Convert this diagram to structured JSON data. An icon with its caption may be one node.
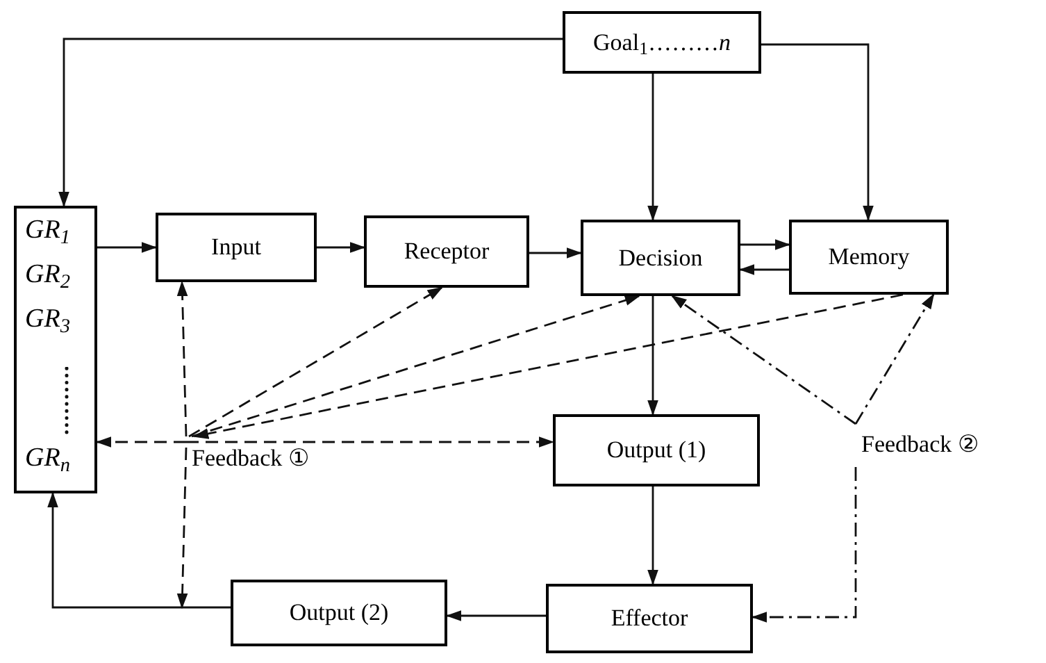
{
  "diagram": {
    "nodes": [
      {
        "text": [
          "Goal$_{1}$………*n*"
        ]
      },
      {
        "text": [
          "GR$_{1}$",
          "GR$_{2}$",
          "GR$_{3}$",
          "GR$_{n}$"
        ]
      },
      {
        "text": [
          "Input"
        ]
      },
      {
        "text": [
          "Receptor"
        ]
      },
      {
        "text": [
          "Decision"
        ]
      },
      {
        "text": [
          "Memory"
        ]
      },
      {
        "text": [
          "Output (1)"
        ]
      },
      {
        "text": [
          "Effector"
        ]
      },
      {
        "text": [
          "Output (2)"
        ]
      },
      {
        "text": [
          "Feedback ①"
        ]
      },
      {
        "text": [
          "Feedback ②"
        ]
      }
    ],
    "edges": [
      {
        "from": 0,
        "to": 1,
        "arrow": "to"
      },
      {
        "from": 0,
        "to": 4,
        "arrow": "to"
      },
      {
        "from": 0,
        "to": 5,
        "arrow": "to"
      },
      {
        "from": 1,
        "to": 2,
        "arrow": "to"
      },
      {
        "from": 2,
        "to": 3,
        "arrow": "to"
      },
      {
        "from": 3,
        "to": 4,
        "arrow": "to"
      },
      {
        "from": 4,
        "to": 5,
        "arrow": "to"
      },
      {
        "from": 5,
        "to": 4,
        "arrow": "to"
      },
      {
        "from": 4,
        "to": 6,
        "arrow": "to"
      },
      {
        "from": 6,
        "to": 7,
        "arrow": "to"
      },
      {
        "from": 7,
        "to": 8,
        "arrow": "to"
      },
      {
        "from": 8,
        "to": 1,
        "arrow": "to"
      },
      {
        "from": 9,
        "to": 1,
        "arrow": "to",
        "style": "dashed"
      },
      {
        "from": 9,
        "to": 6,
        "arrow": "to",
        "style": "dashed"
      },
      {
        "from": 9,
        "to": 3,
        "arrow": "to",
        "style": "dashed"
      },
      {
        "from": 9,
        "to": 4,
        "arrow": "to",
        "style": "dashed"
      },
      {
        "from": 5,
        "to": 9,
        "arrow": "to",
        "style": "dashed"
      },
      {
        "from": 9,
        "to": 2,
        "arrow": "to",
        "style": "dashed"
      },
      {
        "from": 9,
        "to": null,
        "arrow": "to",
        "style": "dashed"
      },
      {
        "from": 10,
        "to": 4,
        "arrow": "to",
        "style": "dashed"
      },
      {
        "from": 10,
        "to": 5,
        "arrow": "to",
        "style": "dashed"
      },
      {
        "from": 10,
        "to": 7,
        "arrow": "to",
        "style": "dashed"
      }
    ]
  }
}
